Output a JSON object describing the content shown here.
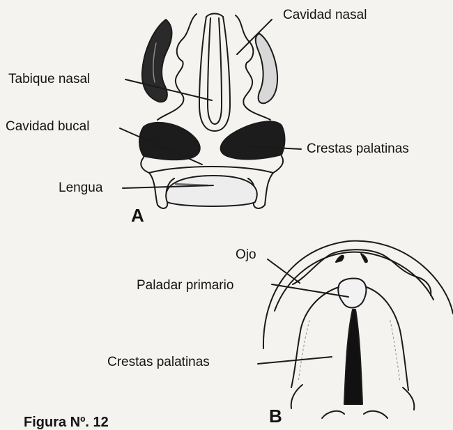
{
  "panel_a": {
    "letter": "A",
    "labels": {
      "nasal_cavity": "Cavidad nasal",
      "nasal_septum": "Tabique nasal",
      "oral_cavity": "Cavidad bucal",
      "palatal_shelves": "Crestas palatinas",
      "tongue": "Lengua"
    }
  },
  "panel_b": {
    "letter": "B",
    "labels": {
      "eye": "Ojo",
      "primary_palate": "Paladar primario",
      "palatal_shelves": "Crestas palatinas"
    }
  },
  "caption": "Figura Nº. 12"
}
